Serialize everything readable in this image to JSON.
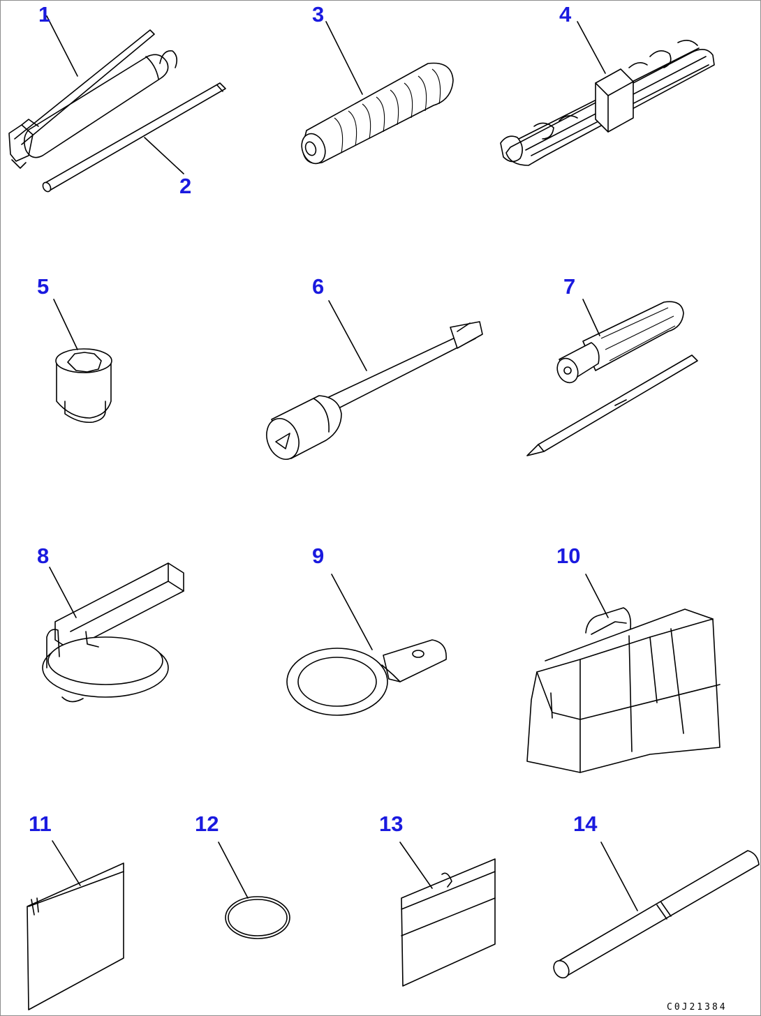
{
  "items": [
    {
      "number": "1"
    },
    {
      "number": "2"
    },
    {
      "number": "3"
    },
    {
      "number": "4"
    },
    {
      "number": "5"
    },
    {
      "number": "6"
    },
    {
      "number": "7"
    },
    {
      "number": "8"
    },
    {
      "number": "9"
    },
    {
      "number": "10"
    },
    {
      "number": "11"
    },
    {
      "number": "12"
    },
    {
      "number": "13"
    },
    {
      "number": "14"
    }
  ],
  "drawing_code": "C0J21384",
  "colors": {
    "label": "#1a1adf",
    "line": "#000000",
    "frame": "#8c8c8c"
  }
}
